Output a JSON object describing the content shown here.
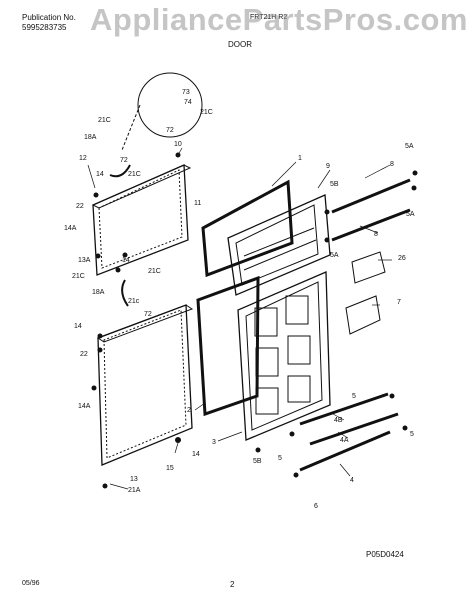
{
  "header": {
    "publication_label": "Publication No.",
    "publication_number": "5995283735",
    "model": "FRT21H R2",
    "section": "DOOR"
  },
  "watermark": "AppliancePartsPros.com",
  "footer": {
    "date": "05/96",
    "page": "2",
    "diagram_code": "P05D0424"
  },
  "callouts": {
    "c1": "1",
    "c2": "2",
    "c3": "3",
    "c4": "4",
    "c4a": "4A",
    "c4b": "4B",
    "c5a": "5",
    "c5b": "5",
    "c5c": "5",
    "c5a1": "5A",
    "c5a2": "5A",
    "c5a3": "5A",
    "c5b1": "5B",
    "c5b2": "5B",
    "c6": "6",
    "c7": "7",
    "c8a": "8",
    "c8b": "8",
    "c9": "9",
    "c10": "10",
    "c11": "11",
    "c12": "12",
    "c13": "13",
    "c13a": "13A",
    "c14a": "14",
    "c14b": "14",
    "c14c": "14",
    "c14d": "14",
    "c14a1": "14A",
    "c14a2": "14A",
    "c15": "15",
    "c18a1": "18A",
    "c18a2": "18A",
    "c21a": "21A",
    "c21c1": "21C",
    "c21c2": "21C",
    "c21c3": "21C",
    "c21c4": "21C",
    "c21c5": "21C",
    "c21c6": "21c",
    "c22a": "22",
    "c22b": "22",
    "c26": "26",
    "c72a": "72",
    "c72b": "72",
    "c72c": "72",
    "c73": "73",
    "c74": "74"
  }
}
